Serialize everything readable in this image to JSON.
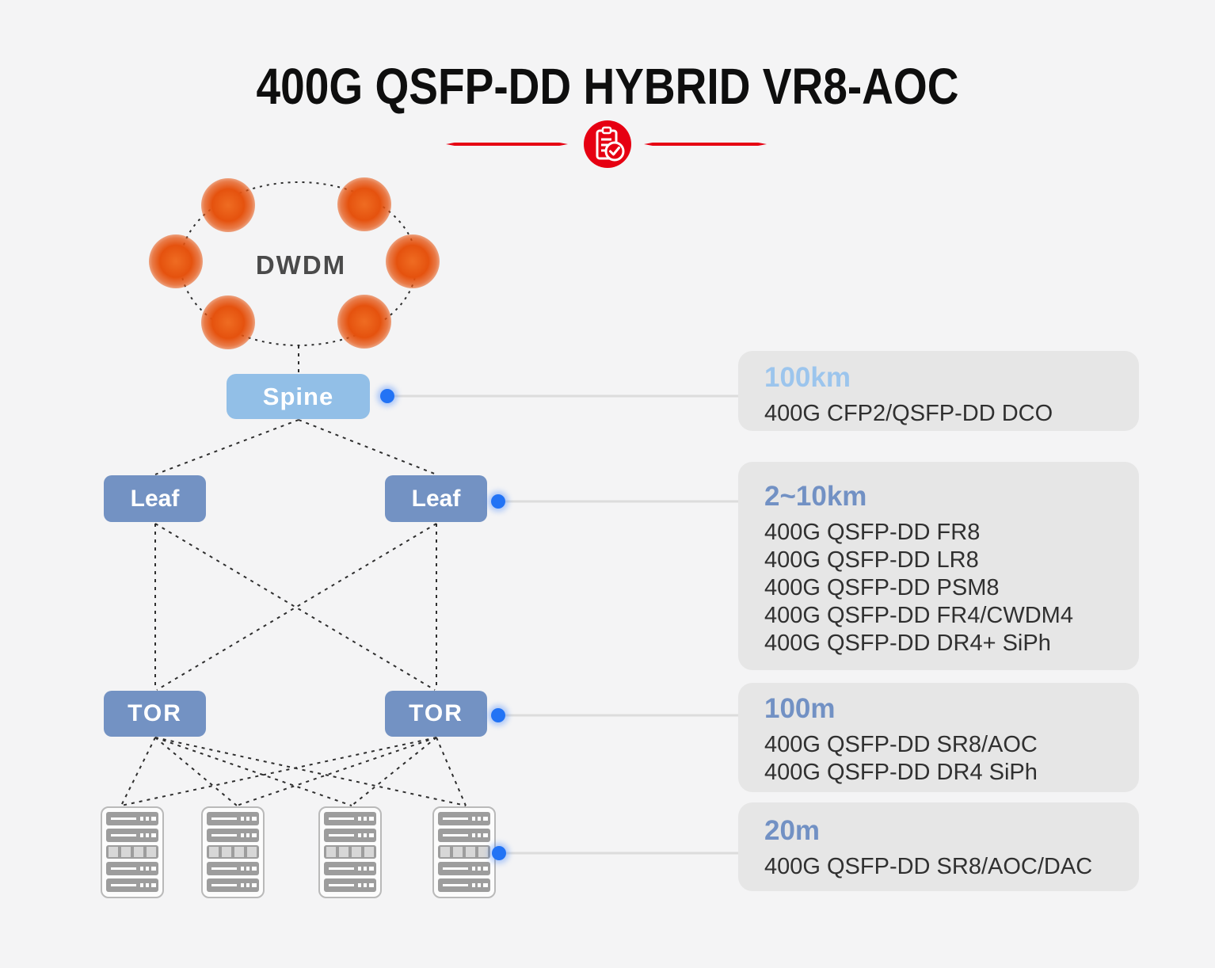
{
  "title": "400G QSFP-DD HYBRID VR8-AOC",
  "header_icon": "clipboard-check",
  "network": {
    "ring_label": "DWDM",
    "ring_node_count": 6,
    "spine_label": "Spine",
    "leaf_left_label": "Leaf",
    "leaf_right_label": "Leaf",
    "tor_left_label": "TOR",
    "tor_right_label": "TOR",
    "server_count": 4
  },
  "info_boxes": [
    {
      "distance": "100km",
      "products": [
        "400G CFP2/QSFP-DD DCO"
      ]
    },
    {
      "distance": "2~10km",
      "products": [
        "400G QSFP-DD FR8",
        "400G QSFP-DD LR8",
        "400G QSFP-DD PSM8",
        "400G QSFP-DD FR4/CWDM4",
        "400G QSFP-DD DR4+ SiPh"
      ]
    },
    {
      "distance": "100m",
      "products": [
        "400G QSFP-DD SR8/AOC",
        "400G QSFP-DD DR4 SiPh"
      ]
    },
    {
      "distance": "20m",
      "products": [
        "400G QSFP-DD SR8/AOC/DAC"
      ]
    }
  ],
  "colors": {
    "background": "#f4f4f5",
    "brand_red": "#e60012",
    "ring_node_orange": "#e5520e",
    "spine_fill": "#92bfe7",
    "leaf_tor_fill": "#7392c3",
    "connector_dot_blue": "#2273f5",
    "connector_line_gray": "#dcdcdc",
    "info_box_bg": "#e6e6e6",
    "distance_accent_light_blue": "#9cc5ed",
    "distance_accent_slate_blue": "#7291c4"
  }
}
